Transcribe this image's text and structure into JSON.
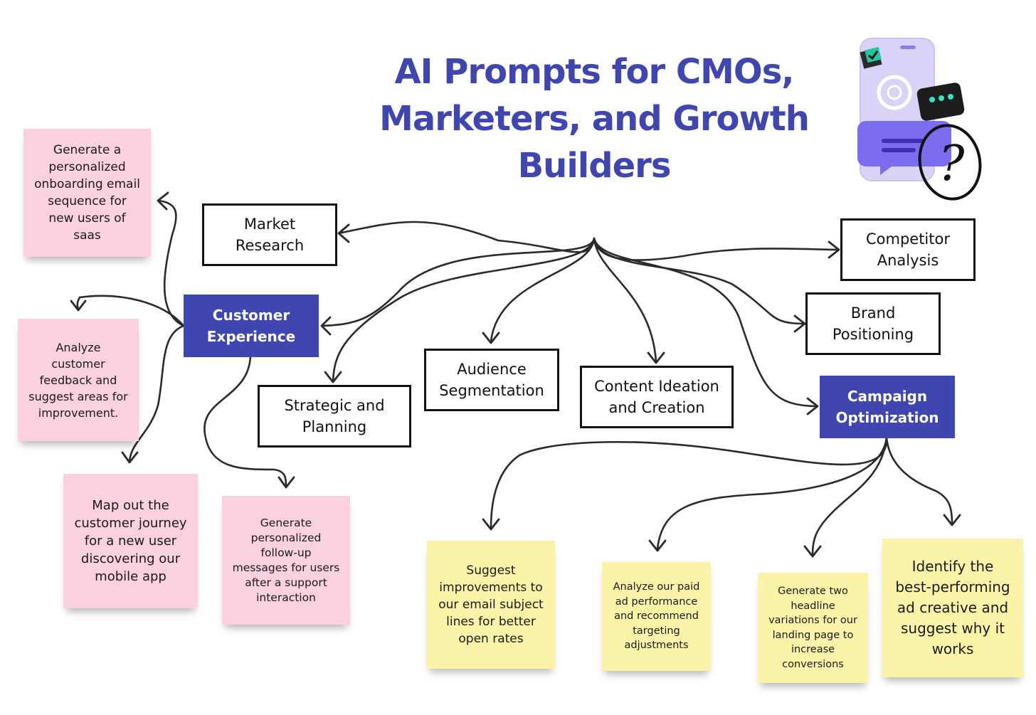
{
  "title": {
    "line1": "AI Prompts for CMOs,",
    "line2": "Marketers, and Growth",
    "line3": "Builders"
  },
  "categories": {
    "market_research": "Market Research",
    "competitor_analysis": "Competitor Analysis",
    "customer_experience": "Customer Experience",
    "brand_positioning": "Brand Positioning",
    "strategic_planning": "Strategic and Planning",
    "audience_segmentation": "Audience Segmentation",
    "content_ideation": "Content Ideation and Creation",
    "campaign_optimization": "Campaign Optimization"
  },
  "customer_experience_prompts": [
    "Generate a personalized onboarding email sequence for new users of saas",
    "Analyze customer feedback and suggest areas for improvement.",
    "Map out the customer journey for a new user discovering our mobile app",
    "Generate personalized follow-up messages for users after a support interaction"
  ],
  "campaign_optimization_prompts": [
    "Suggest improvements to our email subject lines for better open rates",
    "Analyze our paid ad performance and recommend targeting adjustments",
    "Generate two headline variations for our landing page to increase conversions",
    "Identify the best-performing ad creative and suggest why it works"
  ],
  "illustration": {
    "icon": "ai-chat-phone-illustration",
    "accent_color": "#7b6cf0",
    "question_mark": "?"
  },
  "colors": {
    "title": "#3f46b0",
    "hub_fill": "#3f46b0",
    "pink_note": "#fbd0e0",
    "yellow_note": "#fbf3a7"
  }
}
